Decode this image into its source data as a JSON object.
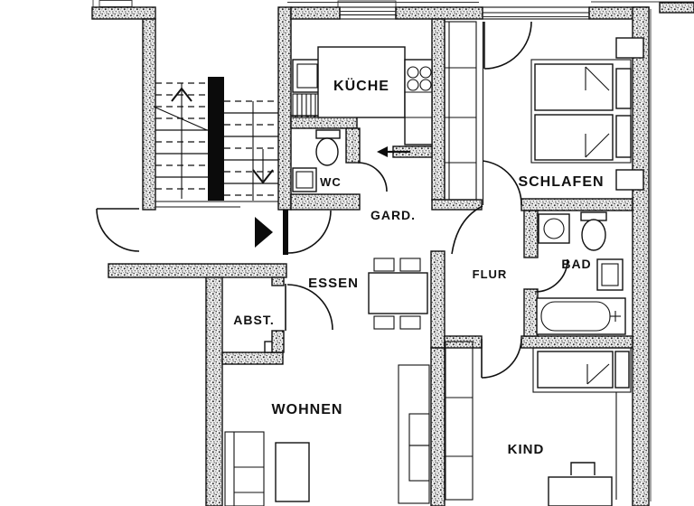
{
  "floor_plan": {
    "title": "Apartment floor plan",
    "rooms": [
      {
        "id": "kueche",
        "label": "KÜCHE"
      },
      {
        "id": "wc",
        "label": "WC"
      },
      {
        "id": "garderobe",
        "label": "GARD."
      },
      {
        "id": "schlafen",
        "label": "SCHLAFEN"
      },
      {
        "id": "flur",
        "label": "FLUR"
      },
      {
        "id": "bad",
        "label": "BAD"
      },
      {
        "id": "essen",
        "label": "ESSEN"
      },
      {
        "id": "abstell",
        "label": "ABST."
      },
      {
        "id": "wohnen",
        "label": "WOHNEN"
      },
      {
        "id": "kind",
        "label": "KIND"
      }
    ],
    "icons": [
      "entrance-arrow-icon",
      "kitchen-entry-arrow-icon",
      "stairs-up-arrow-icon",
      "stairs-down-arrow-icon"
    ],
    "fixtures": [
      "stairs",
      "kitchen-sink",
      "kitchen-stove",
      "kitchen-table",
      "wc-toilet",
      "wc-sink",
      "wardrobe-closets",
      "dining-table",
      "dining-chairs",
      "washing-machine",
      "bath-toilet",
      "bath-sink",
      "bathtub",
      "bed-double-1",
      "bed-double-2",
      "nightstands",
      "child-bed",
      "desk",
      "desk-chair",
      "sofa",
      "coffee-table",
      "shelf-units"
    ],
    "colors": {
      "line": "#111111",
      "wall_fill": "stipple-gray",
      "background": "#ffffff"
    }
  }
}
